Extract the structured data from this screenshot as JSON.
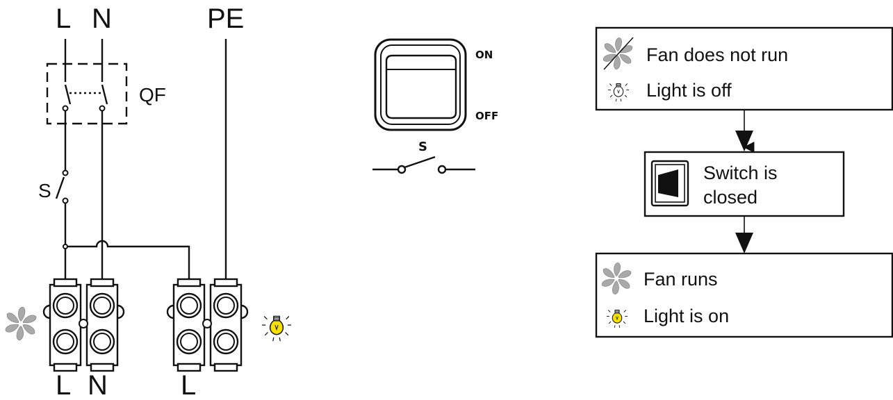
{
  "wiring": {
    "top_labels": {
      "l": "L",
      "n": "N",
      "pe": "PE"
    },
    "breaker_label": "QF",
    "switch_label": "S",
    "bottom_labels": {
      "l1": "L",
      "n1": "N",
      "l2": "L"
    }
  },
  "switch_panel": {
    "on_label": "ON",
    "off_label": "OFF",
    "symbol_label": "S"
  },
  "flowchart": {
    "state_before": {
      "fan_text": "Fan does not run",
      "light_text": "Light is off"
    },
    "action": {
      "line1": "Switch is",
      "line2": "closed"
    },
    "state_after": {
      "fan_text": "Fan runs",
      "light_text": "Light is on"
    }
  },
  "colors": {
    "fan_grey": "#a9a9a9",
    "bulb_yellow": "#f5e000",
    "line": "#111111"
  },
  "icons": [
    "fan-icon",
    "light-bulb-icon",
    "rocker-switch-icon",
    "arrow-down-icon"
  ]
}
